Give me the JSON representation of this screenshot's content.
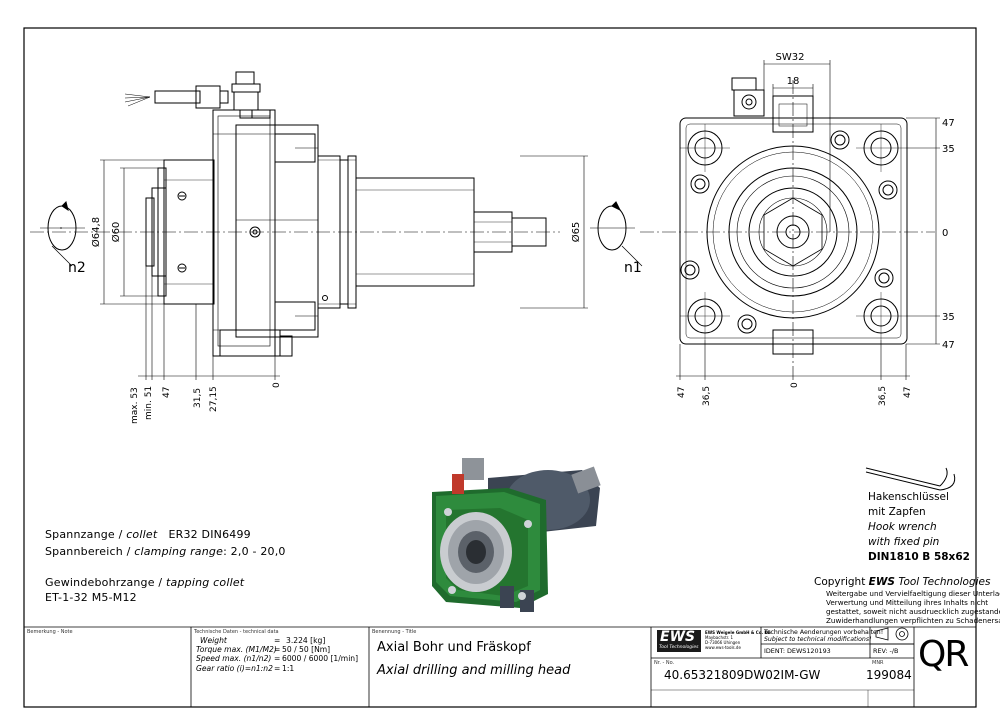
{
  "drawing": {
    "rotation_labels": [
      "n2",
      "n1"
    ],
    "side_view_dims": {
      "diameters": [
        "Ø64,8",
        "Ø60",
        "Ø65"
      ],
      "bottom": [
        "max. 53",
        "min. 51",
        "47",
        "31,5",
        "27,15",
        "0"
      ]
    },
    "front_view_dims": {
      "top": [
        "SW32",
        "18"
      ],
      "right": [
        "47",
        "35",
        "0",
        "35",
        "47"
      ],
      "bottom": [
        "47",
        "36,5",
        "0",
        "36,5",
        "47"
      ]
    }
  },
  "specs": {
    "collet_line": {
      "de": "Spannzange / ",
      "en": "collet",
      "value": "ER32   DIN6499"
    },
    "range_line": {
      "de": "Spannbereich / ",
      "en": "clamping range",
      "value": ": 2,0 - 20,0"
    },
    "tap_line": {
      "de": "Gewindebohrzange / ",
      "en": "tapping collet"
    },
    "tap_value": "ET-1-32   M5-M12"
  },
  "wrench": {
    "lines": [
      "Hakenschlüssel",
      "mit Zapfen",
      "Hook wrench",
      "with fixed pin",
      "DIN1810 B 58x62"
    ]
  },
  "copyright": {
    "title_prefix": "Copyright ",
    "title_brand": "EWS",
    "title_suffix": " Tool Technologies",
    "body": [
      "Weitergabe und Vervielfaeltigung dieser Unterlage,",
      "Verwertung und Mitteilung ihres Inhalts nicht",
      "gestattet, soweit nicht ausdruecklich zugestanden.",
      "Zuwiderhandlungen verpflichten zu Schadenersatz."
    ]
  },
  "title_block": {
    "remark_label": "Bemerkung - Note",
    "techdata_label": "Technische Daten - technical data",
    "techdata": [
      {
        "label": "Weight",
        "eq": "=",
        "value": "3.224 [kg]"
      },
      {
        "label": "Torque max. (M1/M2)",
        "eq": "=",
        "value": "50 / 50 [Nm]"
      },
      {
        "label": "Speed max. (n1/n2)",
        "eq": "=",
        "value": "6000 / 6000 [1/min]"
      },
      {
        "label": "Gear ratio  (i)=n1:n2",
        "eq": "=",
        "value": "1:1"
      }
    ],
    "name_label": "Benennung - Title",
    "title_de": "Axial Bohr und Fräskopf",
    "title_en": "Axial drilling and milling head",
    "logo_text": "EWS",
    "logo_sub": "Tool Technologies",
    "company_lines": [
      "EWS Weigele GmbH & Co. KG",
      "Maybachstr. 1",
      "D-73066 Uhingen",
      "www.ews-tools.de"
    ],
    "change_note_de": "Technische Aenderungen vorbehalten!",
    "change_note_en": "Subject to technical modifications!",
    "ident": "IDENT:  DEWS120193",
    "rev": "REV:  -/B",
    "nr_label": "Nr. - No.",
    "part_number": "40.65321809DW02IM-GW",
    "mnr_label": "MNR",
    "mnr": "199084",
    "qr": "QR"
  }
}
